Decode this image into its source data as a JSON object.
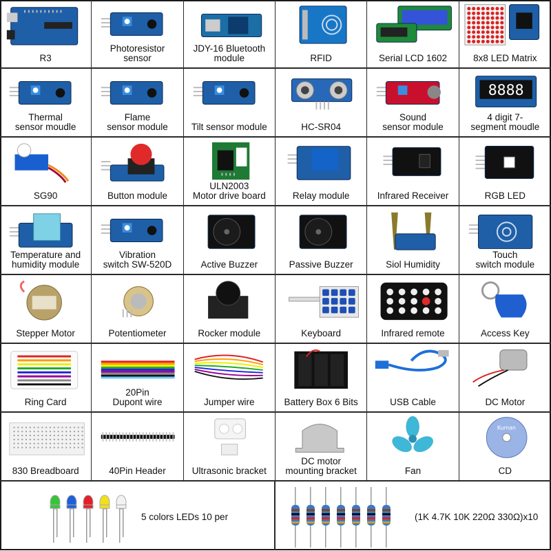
{
  "colors": {
    "board_blue": "#1f5fa8",
    "board_dark": "#0d3b6e",
    "pcb_red": "#c8102e",
    "pot_blue": "#2b7bd6",
    "border": "#2a2a2a"
  },
  "cells": [
    {
      "name": "r3-board",
      "label": "R3",
      "icon": "arduino-board-icon"
    },
    {
      "name": "photoresistor-sensor",
      "label": "Photoresistor\nsensor",
      "icon": "sensor-board-icon"
    },
    {
      "name": "jdy16-bluetooth-module",
      "label": "JDY-16 Bluetooth\nmodule",
      "icon": "bluetooth-module-icon"
    },
    {
      "name": "rfid",
      "label": "RFID",
      "icon": "rfid-card-icon"
    },
    {
      "name": "serial-lcd-1602",
      "label": "Serial LCD 1602",
      "icon": "lcd-display-icon"
    },
    {
      "name": "led-matrix-8x8",
      "label": "8x8 LED Matrix",
      "icon": "led-matrix-icon"
    },
    {
      "name": "thermal-sensor-module",
      "label": "Thermal\nsensor moudle",
      "icon": "sensor-board-icon"
    },
    {
      "name": "flame-sensor-module",
      "label": "Flame\nsensor module",
      "icon": "sensor-board-icon"
    },
    {
      "name": "tilt-sensor-module",
      "label": "Tilt sensor module",
      "icon": "sensor-board-icon"
    },
    {
      "name": "hc-sr04",
      "label": "HC-SR04",
      "icon": "ultrasonic-sensor-icon"
    },
    {
      "name": "sound-sensor-module",
      "label": "Sound\nsensor module",
      "icon": "red-sensor-board-icon"
    },
    {
      "name": "four-digit-segment-module",
      "label": "4 digit 7-\nsegment moudle",
      "icon": "seven-segment-icon"
    },
    {
      "name": "sg90",
      "label": "SG90",
      "icon": "servo-icon"
    },
    {
      "name": "button-module",
      "label": "Button module",
      "icon": "push-button-icon"
    },
    {
      "name": "uln2003-board",
      "label": "ULN2003\nMotor drive board",
      "icon": "driver-board-icon"
    },
    {
      "name": "relay-module",
      "label": "Relay module",
      "icon": "relay-icon"
    },
    {
      "name": "infrared-receiver",
      "label": "Infrared Receiver",
      "icon": "ir-receiver-icon"
    },
    {
      "name": "rgb-led",
      "label": "RGB LED",
      "icon": "rgb-led-icon"
    },
    {
      "name": "temperature-humidity-module",
      "label": "Temperature and\nhumidity module",
      "icon": "dht-sensor-icon"
    },
    {
      "name": "vibration-switch",
      "label": "Vibration\nswitch SW-520D",
      "icon": "sensor-board-icon"
    },
    {
      "name": "active-buzzer",
      "label": "Active Buzzer",
      "icon": "buzzer-icon"
    },
    {
      "name": "passive-buzzer",
      "label": "Passive Buzzer",
      "icon": "buzzer-icon"
    },
    {
      "name": "soil-humidity",
      "label": "Siol Humidity",
      "icon": "soil-probe-icon"
    },
    {
      "name": "touch-switch-module",
      "label": "Touch\nswitch module",
      "icon": "touch-pad-icon"
    },
    {
      "name": "stepper-motor",
      "label": "Stepper Motor",
      "icon": "stepper-motor-icon"
    },
    {
      "name": "potentiometer",
      "label": "Potentiometer",
      "icon": "potentiometer-icon"
    },
    {
      "name": "rocker-module",
      "label": "Rocker module",
      "icon": "joystick-icon"
    },
    {
      "name": "keyboard",
      "label": "Keyboard",
      "icon": "keypad-icon"
    },
    {
      "name": "infrared-remote",
      "label": "Infrared remote",
      "icon": "remote-control-icon"
    },
    {
      "name": "access-key",
      "label": "Access Key",
      "icon": "key-fob-icon"
    },
    {
      "name": "ring-card",
      "label": "Ring Card",
      "icon": "color-code-card-icon"
    },
    {
      "name": "dupont-wire",
      "label": "20Pin\nDupont wire",
      "icon": "ribbon-wire-icon"
    },
    {
      "name": "jumper-wire",
      "label": "Jumper wire",
      "icon": "jumper-wires-icon"
    },
    {
      "name": "battery-box",
      "label": "Battery Box 6 Bits",
      "icon": "battery-holder-icon"
    },
    {
      "name": "usb-cable",
      "label": "USB Cable",
      "icon": "usb-cable-icon"
    },
    {
      "name": "dc-motor",
      "label": "DC Motor",
      "icon": "dc-motor-icon"
    },
    {
      "name": "breadboard-830",
      "label": "830 Breadboard",
      "icon": "breadboard-icon"
    },
    {
      "name": "pin-header-40",
      "label": "40Pin Header",
      "icon": "pin-header-icon"
    },
    {
      "name": "ultrasonic-bracket",
      "label": "Ultrasonic bracket",
      "icon": "bracket-icon"
    },
    {
      "name": "dc-motor-mounting-bracket",
      "label": "DC motor\nmounting bracket",
      "icon": "metal-bracket-icon"
    },
    {
      "name": "fan",
      "label": "Fan",
      "icon": "fan-blade-icon"
    },
    {
      "name": "cd",
      "label": "CD",
      "icon": "cd-disc-icon"
    }
  ],
  "cd_brand": "Kuman",
  "bottom": {
    "leds_label": "5 colors LEDs 10 per",
    "led_colors": [
      "#38c43a",
      "#1e5fd8",
      "#e0202a",
      "#f2e01a",
      "#f2f2f2"
    ],
    "resistors_label": "(1K 4.7K 10K 220Ω 330Ω)x10",
    "resistor_count": 7
  }
}
